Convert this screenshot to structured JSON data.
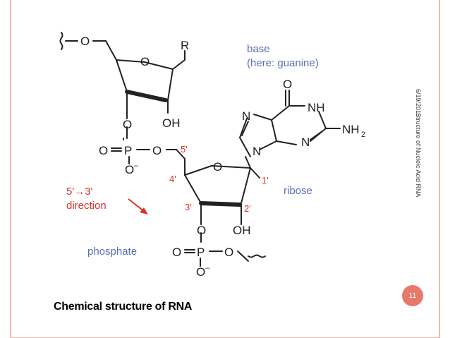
{
  "slide": {
    "date": "6/19/2013",
    "footer_title": "Structure of Nucleic Acid RNA",
    "page_number": "11",
    "caption": "Chemical structure of RNA",
    "accent_color": "#e7796a"
  },
  "diagram": {
    "base_label_line1": "base",
    "base_label_line2": "(here: guanine)",
    "ribose_label": "ribose",
    "phosphate_label": "phosphate",
    "direction_line1": "5'→3'",
    "direction_line2": "direction",
    "atoms": {
      "o": "O",
      "r": "R",
      "oh": "OH",
      "p": "P",
      "n": "N",
      "nh": "NH",
      "nh2": "NH",
      "nh2_sub": "2",
      "o_minus": "O",
      "minus": "–"
    },
    "positions": {
      "c5": "5'",
      "c4": "4'",
      "c3": "3'",
      "c2": "2'",
      "c1": "1'"
    },
    "label_color": "#5b6fb5",
    "number_color": "#d7322c"
  }
}
